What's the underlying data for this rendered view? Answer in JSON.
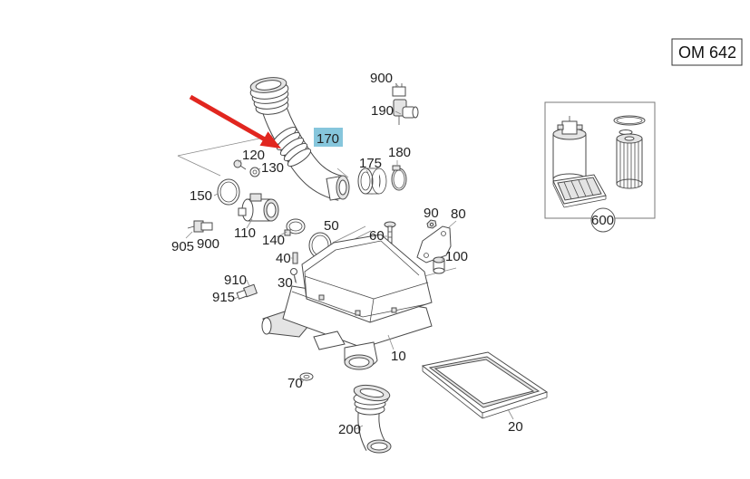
{
  "header": {
    "engine_code": "OM 642"
  },
  "callouts": {
    "c900a": "900",
    "c190": "190",
    "c170": "170",
    "c175": "175",
    "c180": "180",
    "c120": "120",
    "c130": "130",
    "c150": "150",
    "c905": "905",
    "c900b": "900",
    "c110": "110",
    "c140": "140",
    "c50": "50",
    "c60": "60",
    "c90": "90",
    "c80": "80",
    "c100": "100",
    "c40": "40",
    "c910": "910",
    "c915": "915",
    "c30": "30",
    "c10": "10",
    "c70": "70",
    "c200": "200",
    "c20": "20",
    "c600": "600"
  },
  "highlighted_callout": "170",
  "colors": {
    "highlight": "#86c6dc",
    "arrow": "#e1261f",
    "background": "#ffffff"
  },
  "icons": {
    "pointer": "red-arrow"
  }
}
